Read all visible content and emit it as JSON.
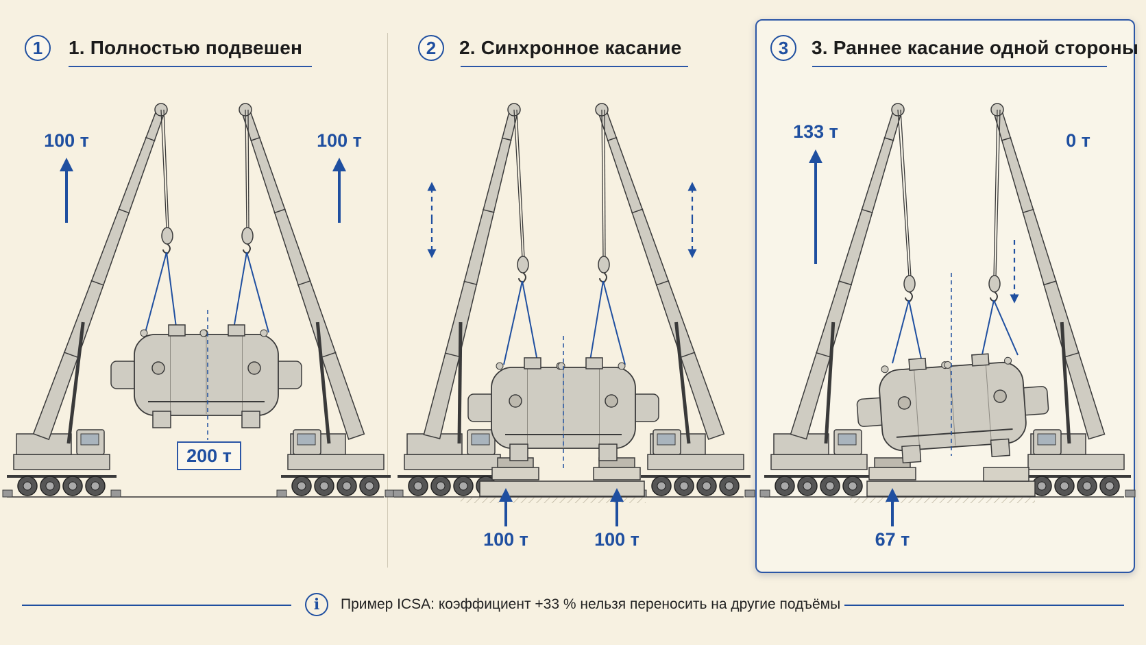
{
  "panels": [
    {
      "step": "1",
      "title": "1.  Полностью подвешен",
      "left_load": "100 т",
      "right_load": "100 т",
      "total_load": "200 т"
    },
    {
      "step": "2",
      "title": "2. Синхронное касание",
      "support_left_load": "100 т",
      "support_right_load": "100 т"
    },
    {
      "step": "3",
      "title": "3. Раннее касание одной стороны",
      "left_load": "133 т",
      "right_load": "0 т",
      "support_left_load": "67 т"
    }
  ],
  "footer": {
    "icon": "info-icon",
    "text": "Пример ICSA: коэффициент +33 % нельзя переносить на другие подъёмы"
  },
  "colors": {
    "accent": "#1f4fa0",
    "background": "#f7f1e1",
    "steel": "#cfccc2"
  }
}
